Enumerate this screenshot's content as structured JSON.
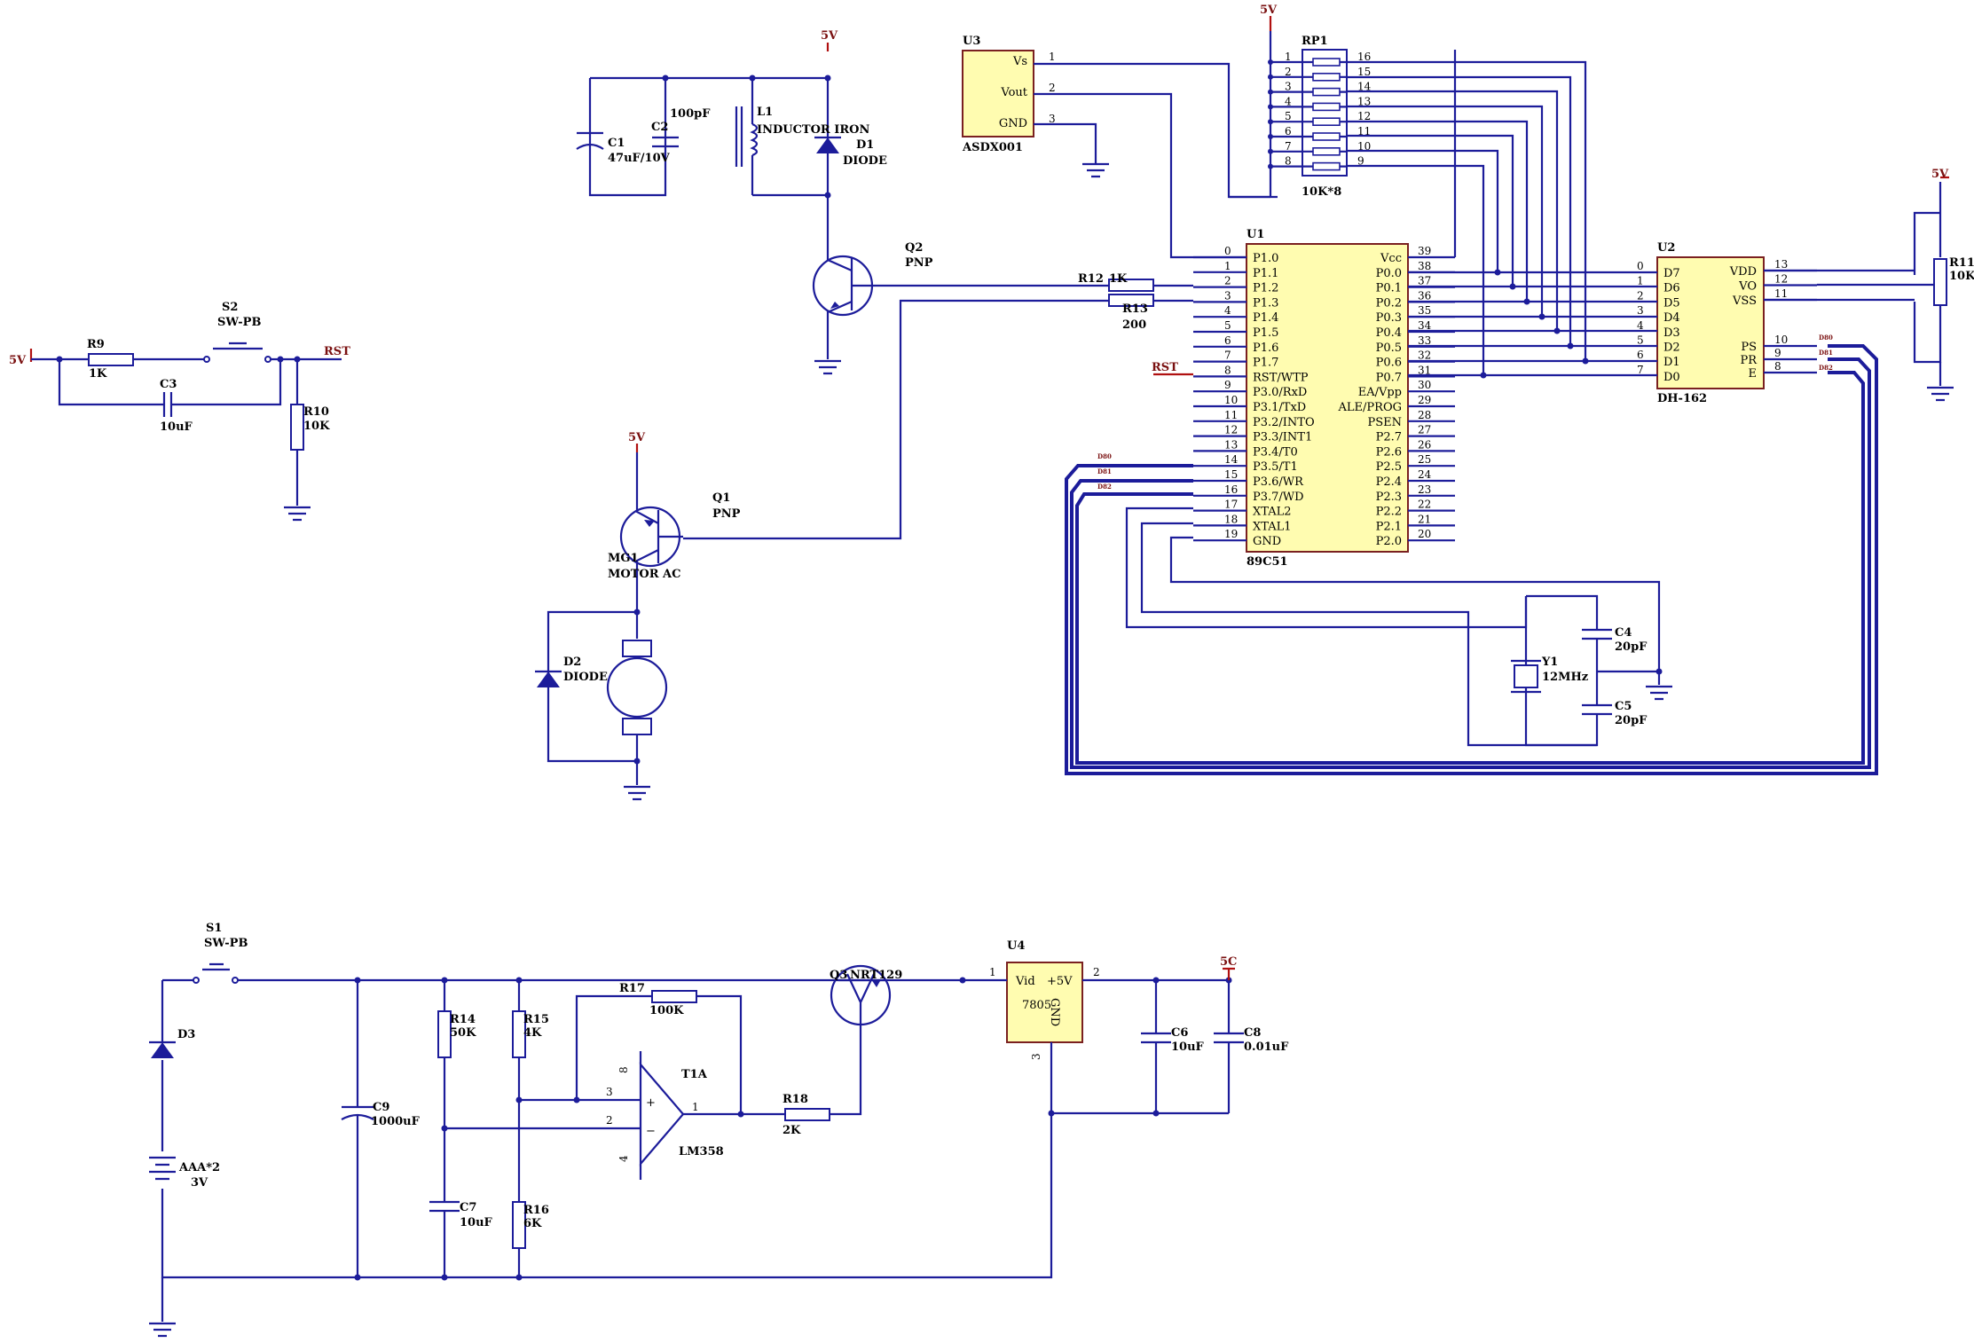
{
  "power": {
    "v5": "5V",
    "rst": "RST",
    "v5c": "5C"
  },
  "u1": {
    "ref": "U1",
    "part": "89C51",
    "left_pins": [
      {
        "num": "0",
        "name": "P1.0"
      },
      {
        "num": "1",
        "name": "P1.1"
      },
      {
        "num": "2",
        "name": "P1.2"
      },
      {
        "num": "3",
        "name": "P1.3"
      },
      {
        "num": "4",
        "name": "P1.4"
      },
      {
        "num": "5",
        "name": "P1.5"
      },
      {
        "num": "6",
        "name": "P1.6"
      },
      {
        "num": "7",
        "name": "P1.7"
      },
      {
        "num": "8",
        "name": "RST/WTP"
      },
      {
        "num": "9",
        "name": "P3.0/RxD"
      },
      {
        "num": "10",
        "name": "P3.1/TxD"
      },
      {
        "num": "11",
        "name": "P3.2/INTO"
      },
      {
        "num": "12",
        "name": "P3.3/INT1"
      },
      {
        "num": "13",
        "name": "P3.4/T0"
      },
      {
        "num": "14",
        "name": "P3.5/T1"
      },
      {
        "num": "15",
        "name": "P3.6/WR"
      },
      {
        "num": "16",
        "name": "P3.7/WD"
      },
      {
        "num": "17",
        "name": "XTAL2"
      },
      {
        "num": "18",
        "name": "XTAL1"
      },
      {
        "num": "19",
        "name": "GND"
      }
    ],
    "right_pins": [
      {
        "num": "39",
        "name": "Vcc"
      },
      {
        "num": "38",
        "name": "P0.0"
      },
      {
        "num": "37",
        "name": "P0.1"
      },
      {
        "num": "36",
        "name": "P0.2"
      },
      {
        "num": "35",
        "name": "P0.3"
      },
      {
        "num": "34",
        "name": "P0.4"
      },
      {
        "num": "33",
        "name": "P0.5"
      },
      {
        "num": "32",
        "name": "P0.6"
      },
      {
        "num": "31",
        "name": "P0.7"
      },
      {
        "num": "30",
        "name": "EA/Vpp"
      },
      {
        "num": "29",
        "name": "ALE/PROG"
      },
      {
        "num": "28",
        "name": "PSEN"
      },
      {
        "num": "27",
        "name": "P2.7"
      },
      {
        "num": "26",
        "name": "P2.6"
      },
      {
        "num": "25",
        "name": "P2.5"
      },
      {
        "num": "24",
        "name": "P2.4"
      },
      {
        "num": "23",
        "name": "P2.3"
      },
      {
        "num": "22",
        "name": "P2.2"
      },
      {
        "num": "21",
        "name": "P2.1"
      },
      {
        "num": "20",
        "name": "P2.0"
      }
    ]
  },
  "u2": {
    "ref": "U2",
    "part": "DH-162",
    "left_pins": [
      {
        "num": "0",
        "name": "D7"
      },
      {
        "num": "1",
        "name": "D6"
      },
      {
        "num": "2",
        "name": "D5"
      },
      {
        "num": "3",
        "name": "D4"
      },
      {
        "num": "4",
        "name": "D3"
      },
      {
        "num": "5",
        "name": "D2"
      },
      {
        "num": "6",
        "name": "D1"
      },
      {
        "num": "7",
        "name": "D0"
      }
    ],
    "right_pins": [
      {
        "num": "13",
        "name": "VDD"
      },
      {
        "num": "12",
        "name": "VO"
      },
      {
        "num": "11",
        "name": "VSS"
      },
      {
        "num": "10",
        "name": "PS"
      },
      {
        "num": "9",
        "name": "PR"
      },
      {
        "num": "8",
        "name": "E"
      }
    ]
  },
  "u3": {
    "ref": "U3",
    "part": "ASDX001",
    "pins": [
      {
        "num": "1",
        "name": "Vs"
      },
      {
        "num": "2",
        "name": "Vout"
      },
      {
        "num": "3",
        "name": "GND"
      }
    ]
  },
  "u4": {
    "ref": "U4",
    "vid": "Vid",
    "v5": "+5V",
    "part": "7805",
    "gnd": "GND",
    "p1": "1",
    "p2": "2",
    "p3": "3"
  },
  "rp1": {
    "ref": "RP1",
    "value": "10K*8",
    "left": [
      "1",
      "2",
      "3",
      "4",
      "5",
      "6",
      "7",
      "8"
    ],
    "right": [
      "16",
      "15",
      "14",
      "13",
      "12",
      "11",
      "10",
      "9"
    ]
  },
  "bus_labels": {
    "d80": "D80",
    "d81": "D81",
    "d82": "D82"
  },
  "parts": {
    "c1": {
      "ref": "C1",
      "val": "47uF/10V"
    },
    "c2": {
      "ref": "C2",
      "val": "100pF"
    },
    "l1": {
      "ref": "L1",
      "val": "INDUCTOR IRON"
    },
    "d1": {
      "ref": "D1",
      "val": "DIODE"
    },
    "q2": {
      "ref": "Q2",
      "val": "PNP"
    },
    "r12": {
      "ref": "R12",
      "val": "1K"
    },
    "r13": {
      "ref": "R13",
      "val": "200"
    },
    "r11": {
      "ref": "R11",
      "val": "10K"
    },
    "q1": {
      "ref": "Q1",
      "val": "PNP"
    },
    "mg1": {
      "ref": "MG1",
      "val": "MOTOR AC"
    },
    "d2": {
      "ref": "D2",
      "val": "DIODE"
    },
    "c4": {
      "ref": "C4",
      "val": "20pF"
    },
    "c5": {
      "ref": "C5",
      "val": "20pF"
    },
    "y1": {
      "ref": "Y1",
      "val": "12MHz"
    },
    "s2": {
      "ref": "S2",
      "val": "SW-PB"
    },
    "r9": {
      "ref": "R9",
      "val": "1K"
    },
    "c3": {
      "ref": "C3",
      "val": "10uF"
    },
    "r10": {
      "ref": "R10",
      "val": "10K"
    },
    "s1": {
      "ref": "S1",
      "val": "SW-PB"
    },
    "d3": {
      "ref": "D3"
    },
    "bat": {
      "ref": "AAA*2",
      "val": "3V"
    },
    "c9": {
      "ref": "C9",
      "val": "1000uF"
    },
    "r14": {
      "ref": "R14",
      "val": "50K"
    },
    "r15": {
      "ref": "R15",
      "val": "4K"
    },
    "c7": {
      "ref": "C7",
      "val": "10uF"
    },
    "r16": {
      "ref": "R16",
      "val": "6K"
    },
    "r17": {
      "ref": "R17",
      "val": "100K"
    },
    "t1a": {
      "ref": "T1A",
      "val": "LM358",
      "pin8": "8",
      "pin3": "3",
      "pin2": "2",
      "pin1": "1",
      "pin4": "4"
    },
    "r18": {
      "ref": "R18",
      "val": "2K"
    },
    "q3": {
      "ref": "Q3",
      "val": "NRT129"
    },
    "c6": {
      "ref": "C6",
      "val": "10uF"
    },
    "c8": {
      "ref": "C8",
      "val": "0.01uF"
    }
  }
}
